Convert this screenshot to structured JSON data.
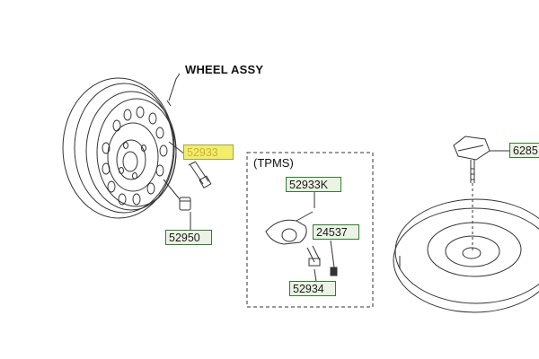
{
  "title": "WHEEL ASSY",
  "tpms": {
    "label": "(TPMS)"
  },
  "parts": {
    "p52933": "52933",
    "p52950": "52950",
    "p52933K": "52933K",
    "p24537": "24537",
    "p52934": "52934",
    "p6285": "6285"
  },
  "colors": {
    "box_border": "#2f7d32",
    "box_fill": "#ecf3e6",
    "highlight": "#f2ee6b",
    "line": "#333333"
  }
}
